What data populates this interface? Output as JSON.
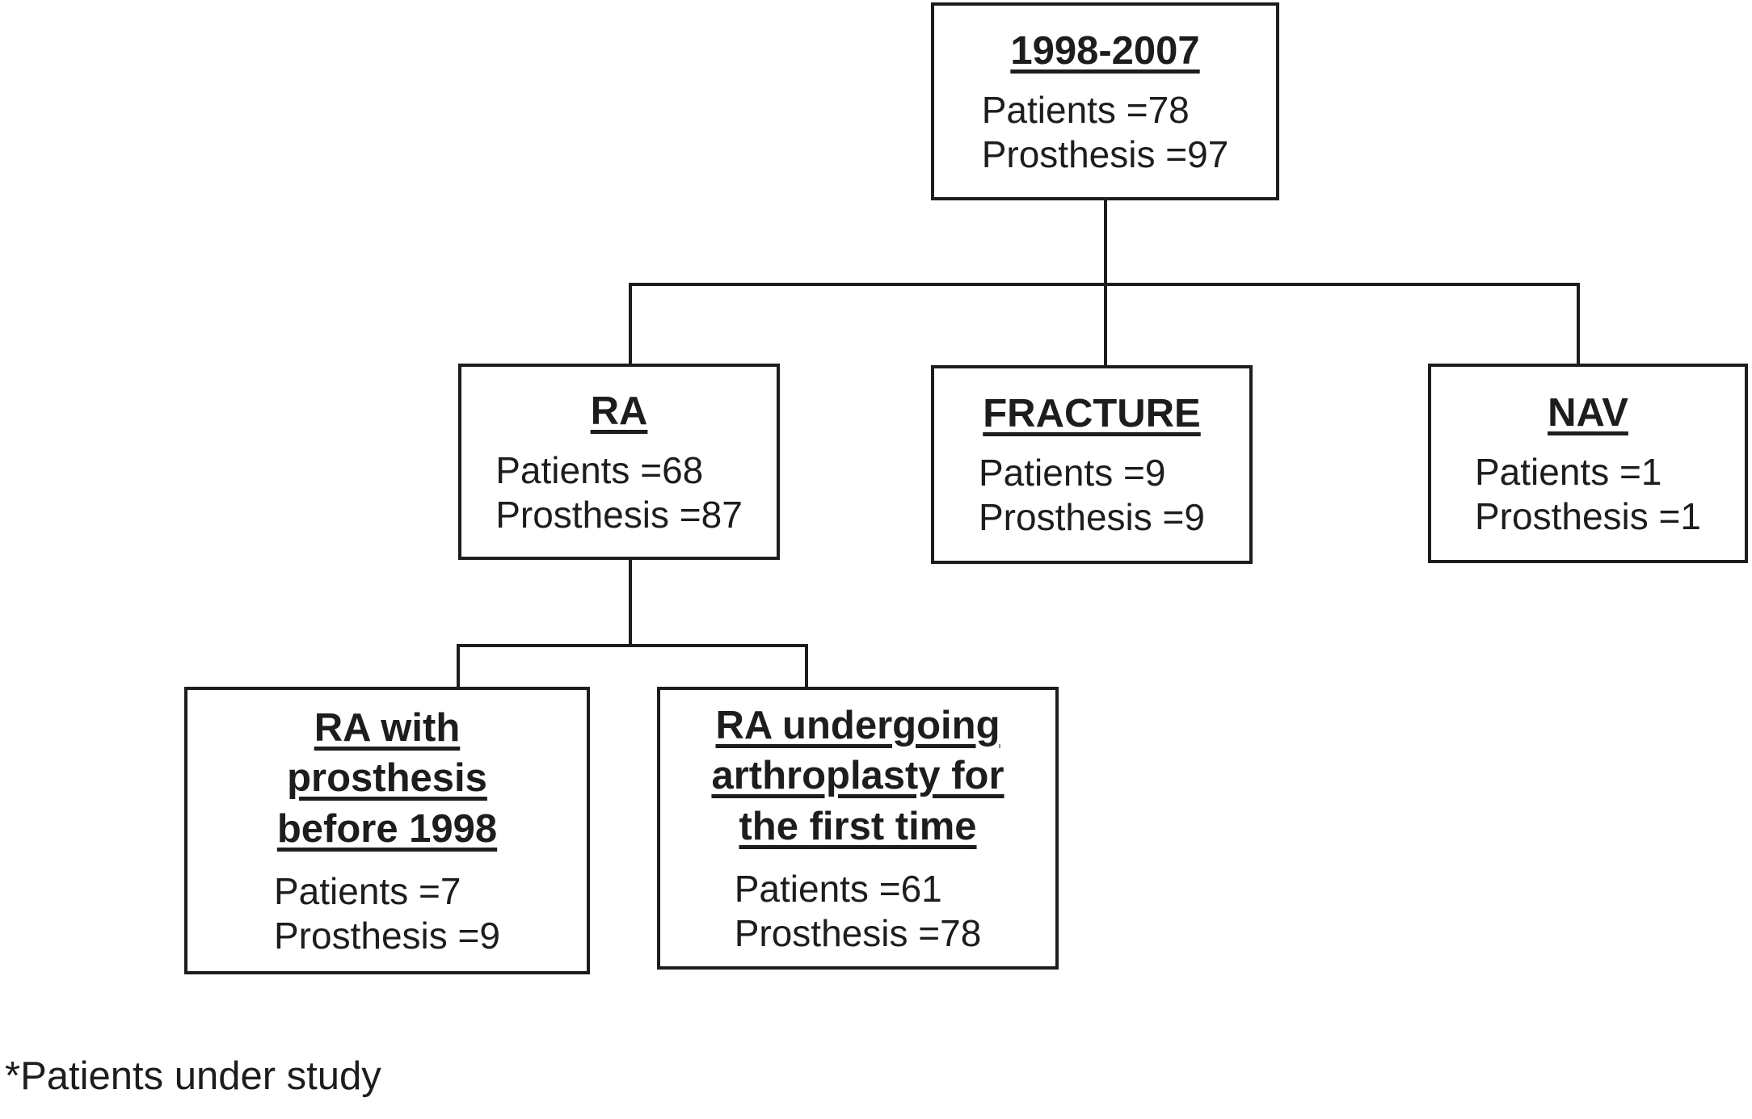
{
  "colors": {
    "ink": "#1d1d1b",
    "paper": "#ffffff"
  },
  "flowchart": {
    "nodes": {
      "period": {
        "title": "1998-2007",
        "patients": "Patients =78",
        "prosthesis": "Prosthesis =97"
      },
      "ra": {
        "title": "RA",
        "patients": "Patients =68",
        "prosthesis": "Prosthesis =87"
      },
      "fracture": {
        "title": "FRACTURE",
        "patients": "Patients =9",
        "prosthesis": "Prosthesis =9"
      },
      "nav": {
        "title": "NAV",
        "patients": "Patients =1",
        "prosthesis": "Prosthesis =1"
      },
      "ra_before": {
        "title_lines": [
          "RA with",
          "prosthesis",
          "before 1998"
        ],
        "patients": "Patients =7",
        "prosthesis": "Prosthesis =9"
      },
      "ra_first": {
        "title_lines": [
          "RA undergoing",
          "arthroplasty for",
          "the first time"
        ],
        "patients": "Patients =61",
        "prosthesis": "Prosthesis =78"
      }
    },
    "footnote": "*Patients under study"
  }
}
